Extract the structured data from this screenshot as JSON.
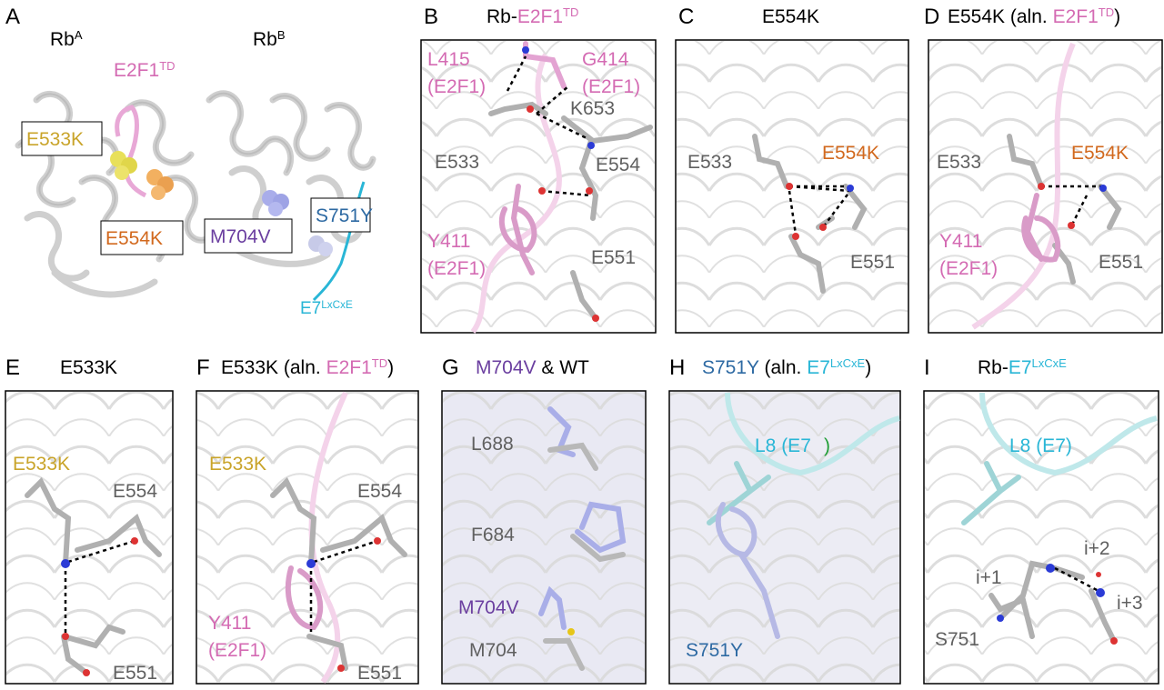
{
  "colors": {
    "e2f1": "#d46bb3",
    "e533k": "#c9a42a",
    "e554k": "#d2691e",
    "m704v": "#6b3fa0",
    "s751y": "#2e6aa3",
    "e7": "#29b6d6",
    "residue": "#606060",
    "ribbon": "#e6e6e6"
  },
  "panels": [
    {
      "letter": "A",
      "parts": []
    },
    {
      "letter": "B",
      "parts": [
        {
          "t": "Rb-",
          "c": "#000000"
        },
        {
          "t": "E2F1",
          "c": "#d46bb3"
        },
        {
          "t": "TD",
          "c": "#d46bb3",
          "sup": true
        }
      ]
    },
    {
      "letter": "C",
      "parts": [
        {
          "t": "E554K",
          "c": "#000000"
        }
      ]
    },
    {
      "letter": "D",
      "parts": [
        {
          "t": "E554K (aln. ",
          "c": "#000000"
        },
        {
          "t": "E2F1",
          "c": "#d46bb3"
        },
        {
          "t": "TD",
          "c": "#d46bb3",
          "sup": true
        },
        {
          "t": ")",
          "c": "#000000"
        }
      ]
    },
    {
      "letter": "E",
      "parts": [
        {
          "t": "E533K",
          "c": "#000000"
        }
      ]
    },
    {
      "letter": "F",
      "parts": [
        {
          "t": "E533K (aln. ",
          "c": "#000000"
        },
        {
          "t": "E2F1",
          "c": "#d46bb3"
        },
        {
          "t": "TD",
          "c": "#d46bb3",
          "sup": true
        },
        {
          "t": ")",
          "c": "#000000"
        }
      ]
    },
    {
      "letter": "G",
      "parts": [
        {
          "t": "M704V",
          "c": "#6b3fa0"
        },
        {
          "t": " & WT",
          "c": "#000000"
        }
      ]
    },
    {
      "letter": "H",
      "parts": [
        {
          "t": "S751Y",
          "c": "#2e6aa3"
        },
        {
          "t": " (aln. ",
          "c": "#000000"
        },
        {
          "t": "E7",
          "c": "#29b6d6"
        },
        {
          "t": "LxCxE",
          "c": "#29b6d6",
          "sup": true
        },
        {
          "t": ")",
          "c": "#000000"
        }
      ]
    },
    {
      "letter": "I",
      "parts": [
        {
          "t": "Rb-",
          "c": "#000000"
        },
        {
          "t": "E7",
          "c": "#29b6d6"
        },
        {
          "t": "LxCxE",
          "c": "#29b6d6",
          "sup": true
        }
      ]
    }
  ],
  "labels": {
    "A": {
      "rba": {
        "parts": [
          {
            "t": "Rb",
            "c": "#000000"
          },
          {
            "t": "A",
            "c": "#000000",
            "sup": true
          }
        ]
      },
      "rbb": {
        "parts": [
          {
            "t": "Rb",
            "c": "#000000"
          },
          {
            "t": "B",
            "c": "#000000",
            "sup": true
          }
        ]
      },
      "e2f1": {
        "parts": [
          {
            "t": "E2F1",
            "c": "#d46bb3"
          },
          {
            "t": "TD",
            "c": "#d46bb3",
            "sup": true
          }
        ]
      },
      "e7": {
        "parts": [
          {
            "t": "E7",
            "c": "#29b6d6"
          },
          {
            "t": "LxCxE",
            "c": "#29b6d6",
            "sup": true
          }
        ]
      },
      "e533k": "E533K",
      "e554k": "E554K",
      "m704v": "M704V",
      "s751y": "S751Y"
    },
    "B": {
      "l415": "L415",
      "l415s": "(E2F1)",
      "g414": "G414",
      "g414s": "(E2F1)",
      "k653": "K653",
      "e533": "E533",
      "e554": "E554",
      "y411": "Y411",
      "y411s": "(E2F1)",
      "e551": "E551"
    },
    "C": {
      "e533": "E533",
      "e554k": "E554K",
      "e551": "E551"
    },
    "D": {
      "e533": "E533",
      "e554k": "E554K",
      "y411": "Y411",
      "y411s": "(E2F1)",
      "e551": "E551"
    },
    "E": {
      "e533k": "E533K",
      "e554": "E554",
      "e551": "E551"
    },
    "F": {
      "e533k": "E533K",
      "e554": "E554",
      "y411": "Y411",
      "y411s": "(E2F1)",
      "e551": "E551"
    },
    "G": {
      "l688": "L688",
      "f684": "F684",
      "m704v": "M704V",
      "m704": "M704"
    },
    "H": {
      "l8": "L8 (E7",
      "l8close": ")",
      "s751y": "S751Y"
    },
    "I": {
      "l8": "L8 (E7)",
      "i1": "i+1",
      "i2": "i+2",
      "i3": "i+3",
      "s751": "S751"
    }
  }
}
